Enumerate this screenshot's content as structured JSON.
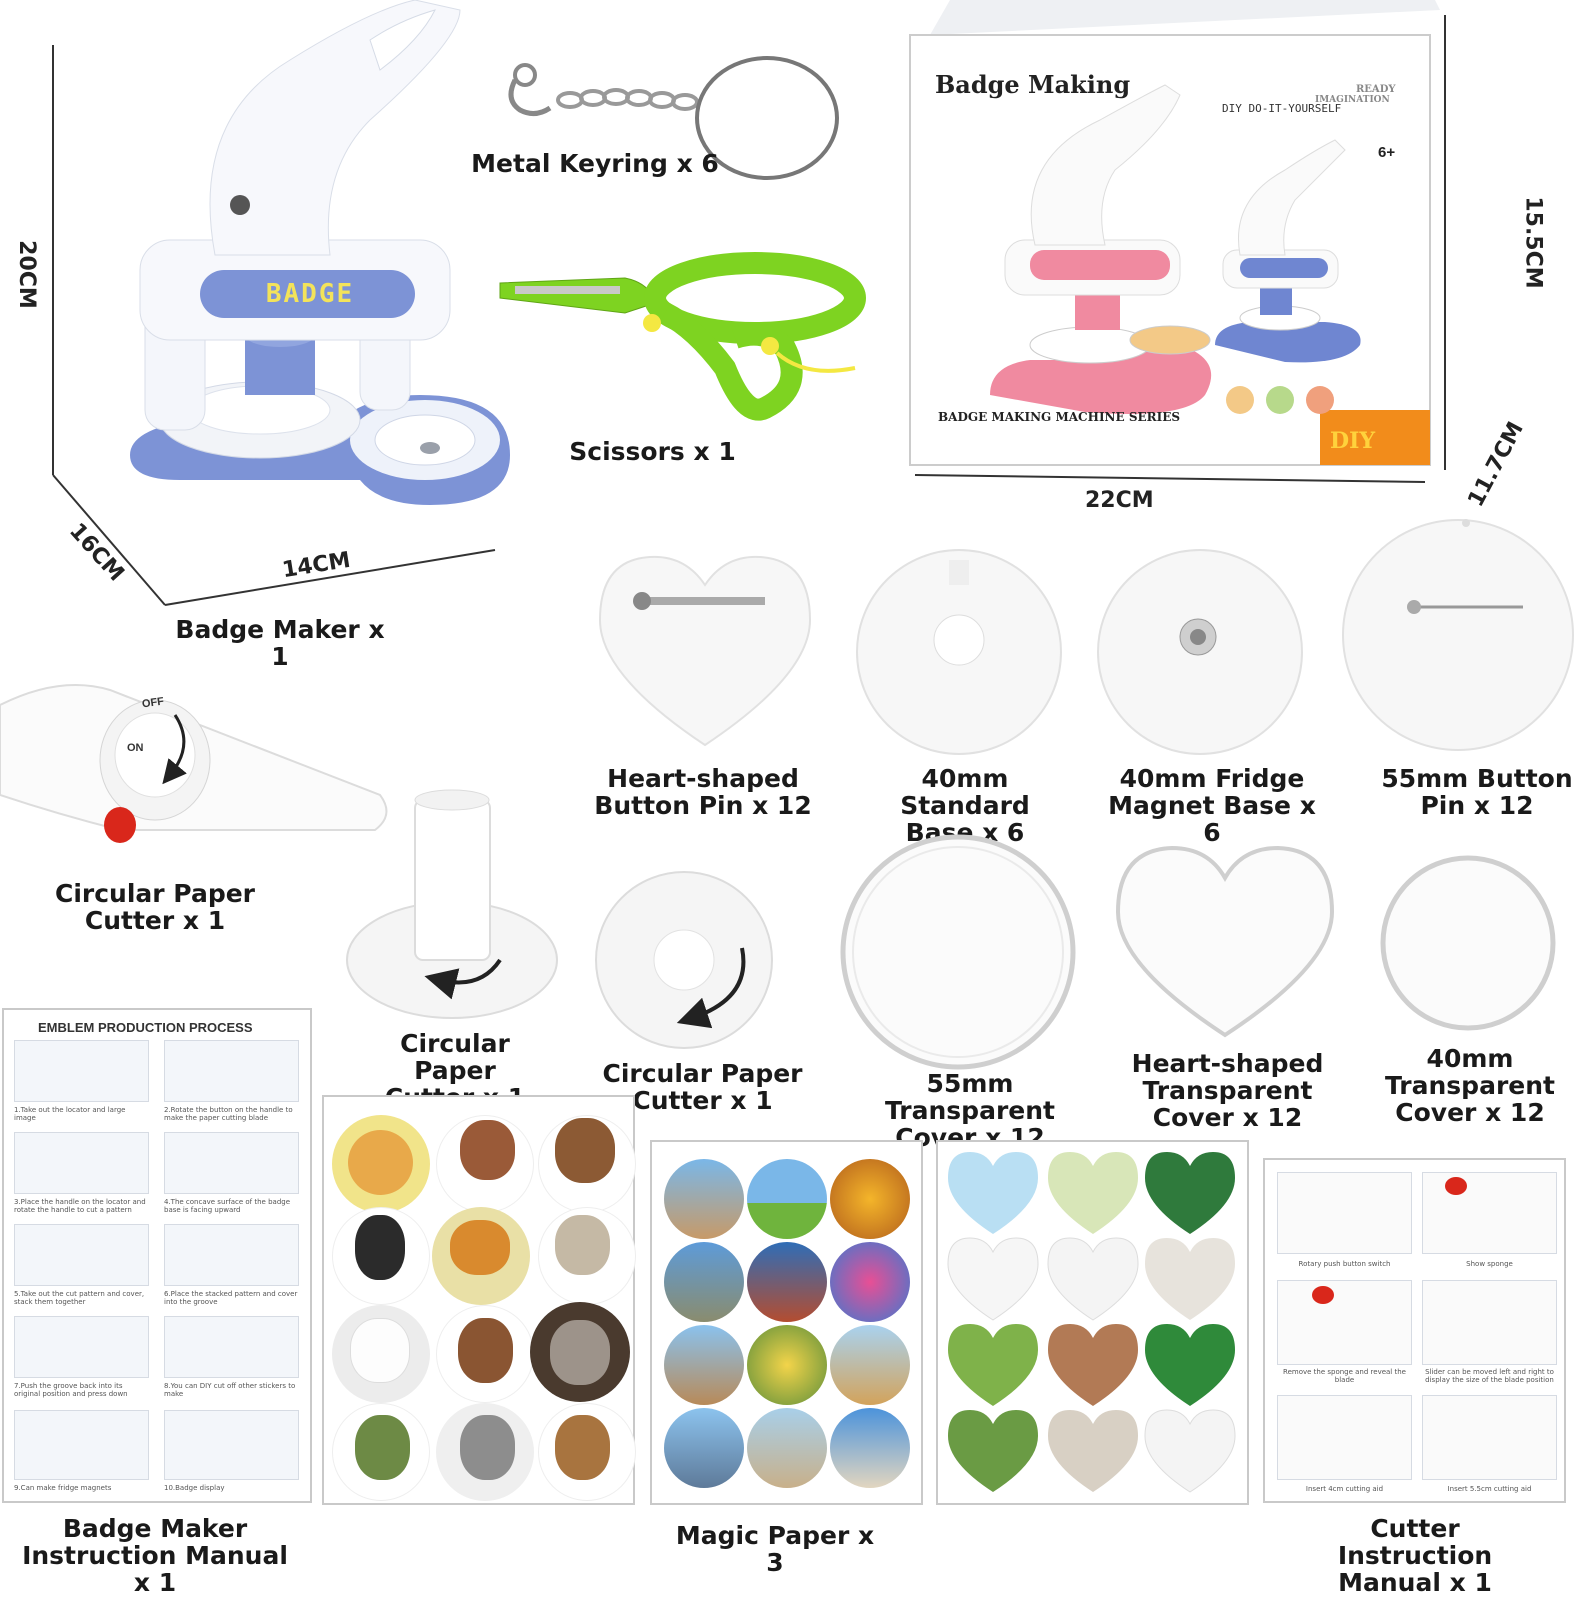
{
  "dimensions": {
    "maker_height": "20CM",
    "maker_depth": "16CM",
    "maker_width": "14CM",
    "box_height": "15.5CM",
    "box_width": "22CM",
    "box_depth": "11.7CM"
  },
  "box": {
    "title": "Badge Making",
    "tagline": "DIY DO-IT-YOURSELF",
    "age": "6+",
    "series": "BADGE MAKING MACHINE SERIES",
    "diy": "DIY",
    "corner_line1": "READY",
    "corner_line2": "IMAGINATION"
  },
  "maker": {
    "brand": "BADGE"
  },
  "cutter_dial": {
    "off": "OFF",
    "on": "ON"
  },
  "labels": {
    "keyring": "Metal Keyring x 6",
    "scissors": "Scissors x 1",
    "badge_maker": "Badge Maker x 1",
    "heart_pin": "Heart-shaped\nButton Pin x 12",
    "std_base": "40mm Standard\nBase x 6",
    "magnet_base": "40mm Fridge\nMagnet Base x 6",
    "pin55": "55mm Button\nPin x 12",
    "cutter1": "Circular Paper\nCutter x 1",
    "cutter2": "Circular Paper\nCutter x 1",
    "cutter3": "Circular Paper\nCutter x 1",
    "cover55": "55mm Transparent\nCover x 12",
    "heart_cover": "Heart-shaped\nTransparent\nCover x 12",
    "cover40": "40mm\nTransparent\nCover x 12",
    "manual": "Badge Maker\nInstruction Manual x 1",
    "magic_paper": "Magic Paper x 3",
    "cutter_manual": "Cutter Instruction\nManual x 1"
  },
  "manual": {
    "heading": "EMBLEM PRODUCTION PROCESS",
    "steps": [
      "1.Take out the locator and large image",
      "2.Rotate the button on the handle to make the paper cutting blade",
      "3.Place the handle on the locator and rotate the handle to cut a pattern",
      "4.The concave surface of the badge base is facing upward",
      "5.Take out the cut pattern and cover, stack them together",
      "6.Place the stacked pattern and cover into the groove",
      "7.Push the groove back into its original position and press down",
      "8.You can DIY cut off other stickers to make",
      "9.Can make fridge magnets",
      "10.Badge display"
    ]
  },
  "cutter_manual": {
    "captions": [
      "Rotary push button switch",
      "Show sponge",
      "Remove the sponge and reveal the blade",
      "Slider can be moved left and right to display the size of the blade position",
      "Insert 4cm cutting aid",
      "Insert 5.5cm cutting aid"
    ]
  },
  "colors": {
    "maker_blue": "#7d93d6",
    "maker_white": "#f4f6fb",
    "scissors_green": "#7ed321",
    "box_pink": "#f08aa0",
    "diy_orange": "#f28c1b"
  }
}
